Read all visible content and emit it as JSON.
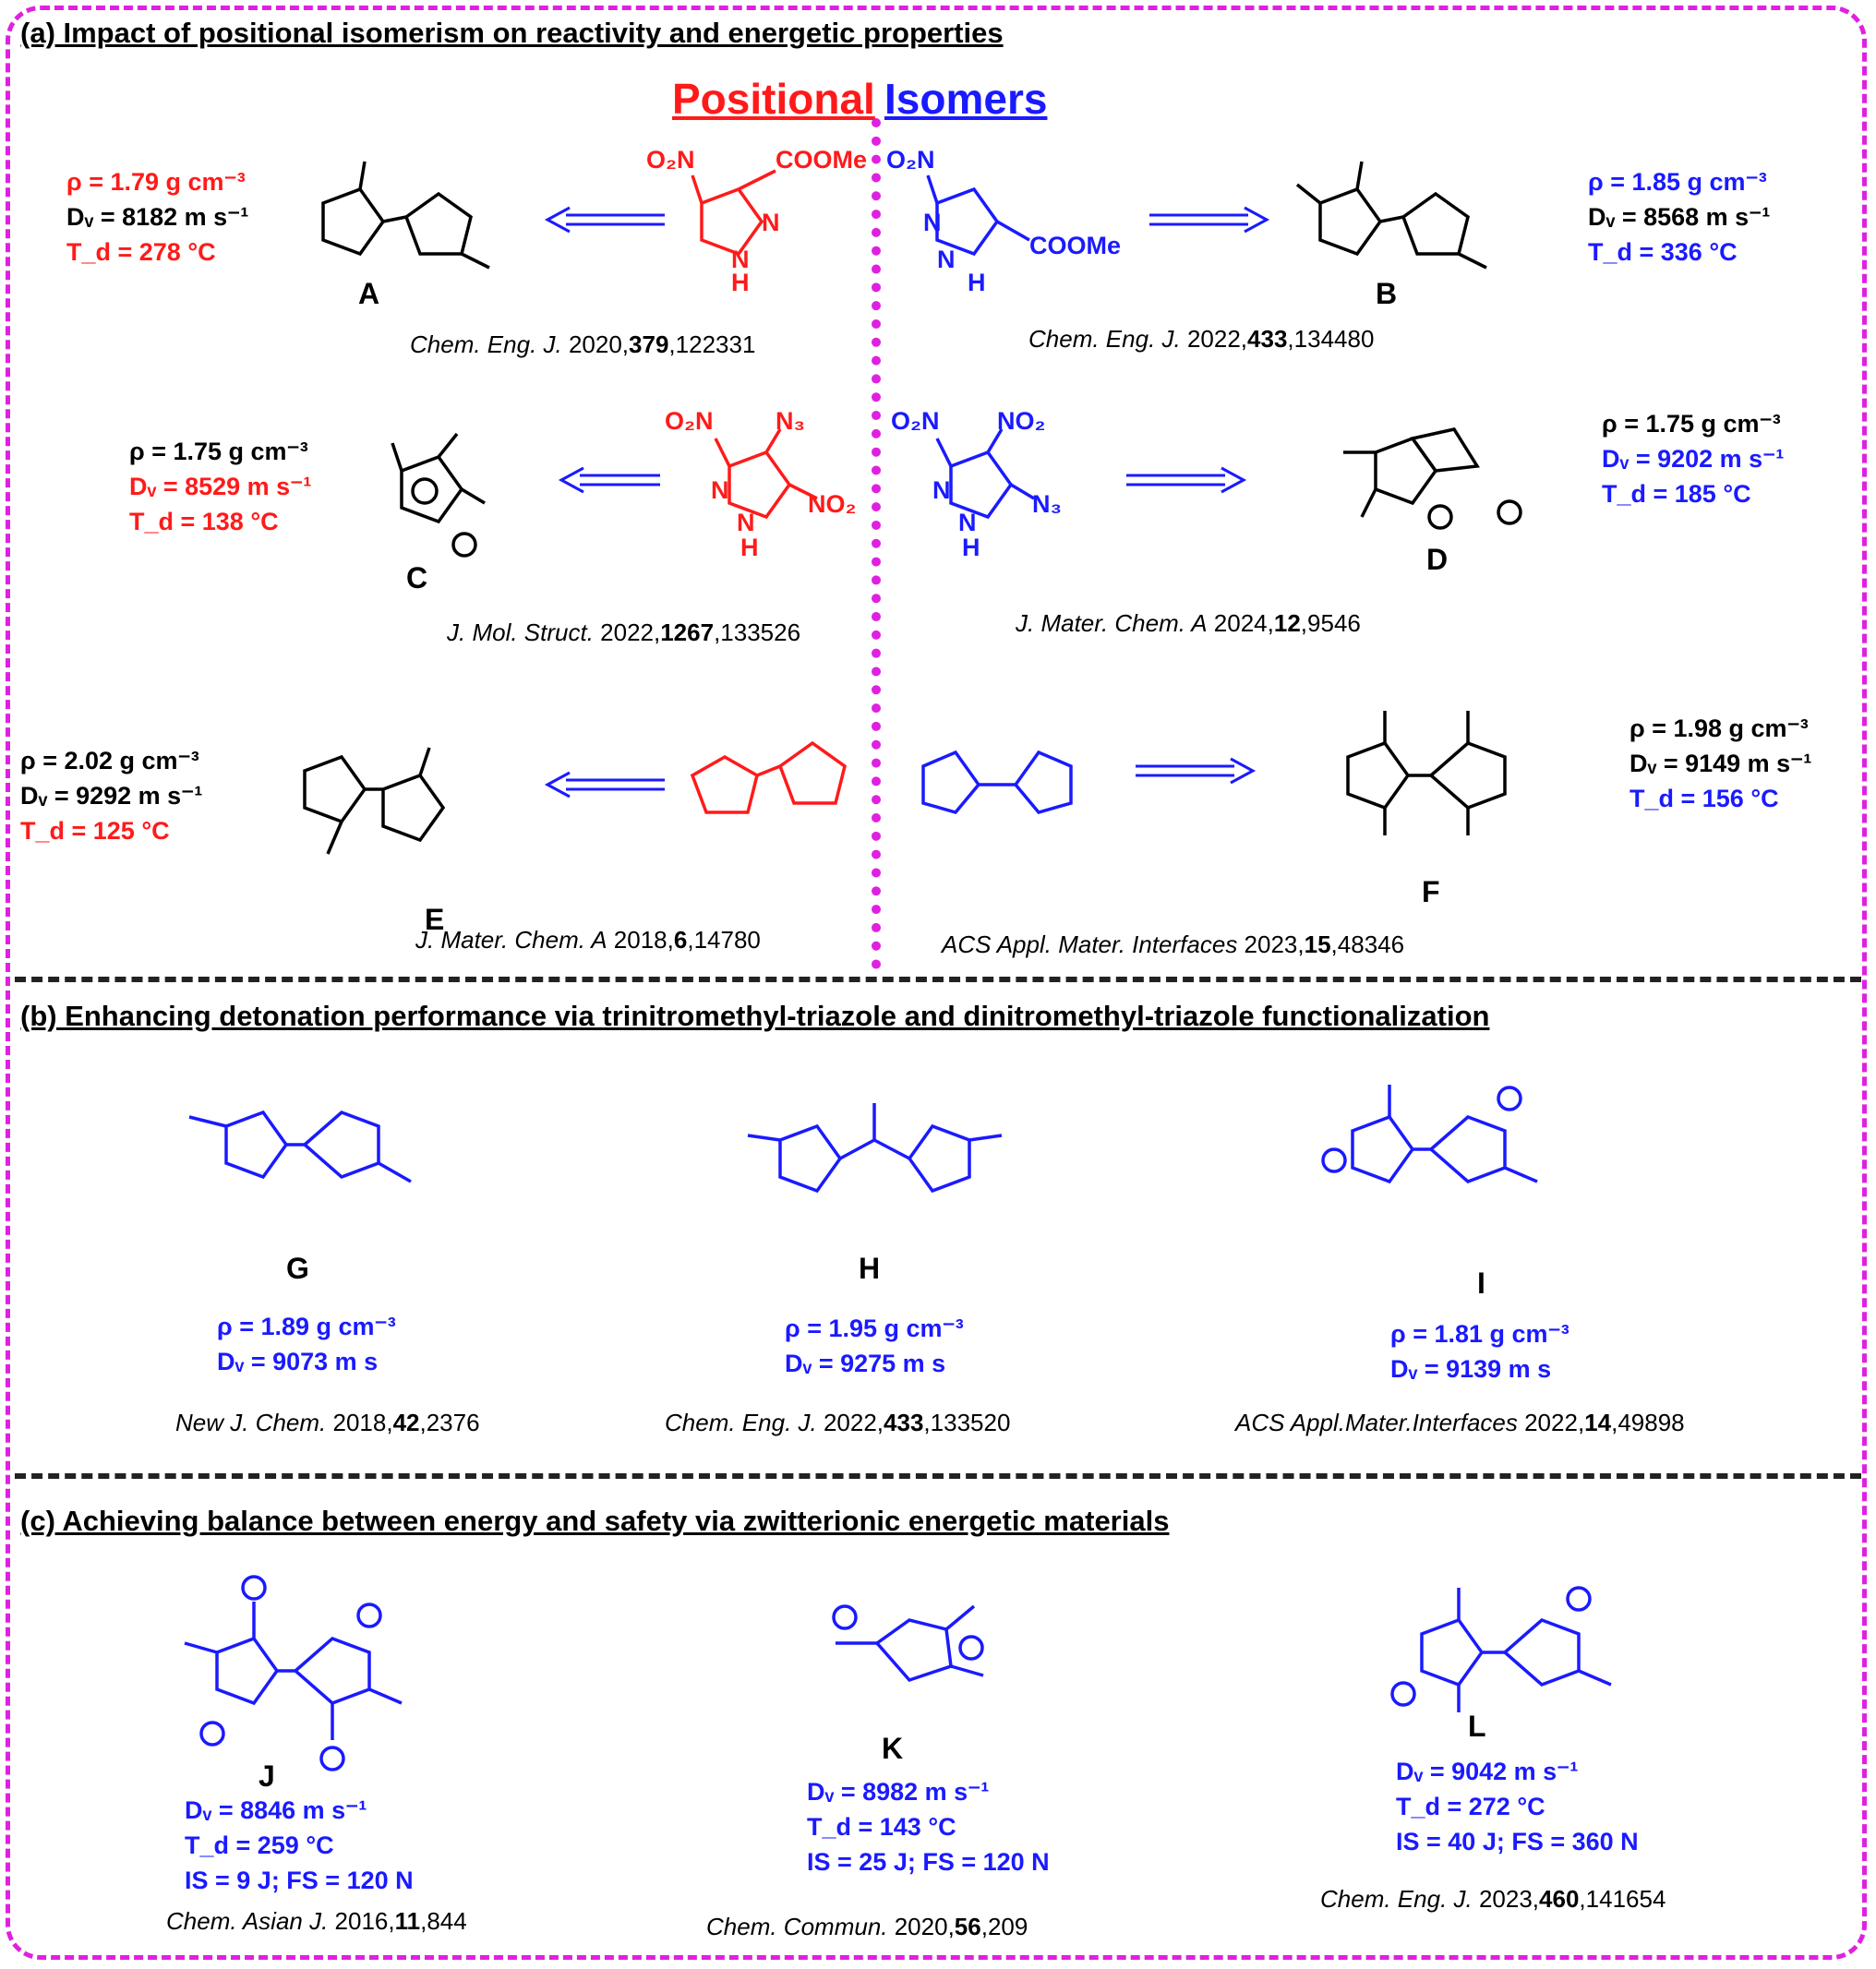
{
  "sections": {
    "a_title": "(a) Impact of positional isomerism on reactivity and energetic properties",
    "b_title": "(b) Enhancing detonation performance via trinitromethyl-triazole and dinitromethyl-triazole functionalization",
    "c_title": "(c)  Achieving balance between energy and safety via zwitterionic energetic materials"
  },
  "positional_isomers": {
    "word1": "Positional",
    "word2": "Isomers"
  },
  "compounds": {
    "A": {
      "label": "A",
      "rho": "ρ = 1.79 g cm⁻³",
      "dv": "Dᵥ = 8182 m s⁻¹",
      "td": "T_d = 278 °C",
      "cite_j": "Chem. Eng. J.",
      "cite_y": " 2020,",
      "cite_v": "379",
      "cite_p": ",122331"
    },
    "B": {
      "label": "B",
      "rho": "ρ = 1.85 g cm⁻³",
      "dv": "Dᵥ = 8568 m s⁻¹",
      "td": "T_d = 336 °C",
      "cite_j": "Chem. Eng. J.",
      "cite_y": " 2022,",
      "cite_v": "433",
      "cite_p": ",134480"
    },
    "C": {
      "label": "C",
      "rho": "ρ = 1.75 g cm⁻³",
      "dv": "Dᵥ = 8529 m s⁻¹",
      "td": "T_d = 138 °C",
      "cite_j": "J. Mol. Struct.",
      "cite_y": " 2022,",
      "cite_v": "1267",
      "cite_p": ",133526"
    },
    "D": {
      "label": "D",
      "rho": "ρ = 1.75 g cm⁻³",
      "dv": "Dᵥ = 9202 m s⁻¹",
      "td": "T_d = 185 °C",
      "cite_j": "J. Mater. Chem. A",
      "cite_y": " 2024,",
      "cite_v": "12",
      "cite_p": ",9546"
    },
    "E": {
      "label": "E",
      "rho": "ρ = 2.02 g cm⁻³",
      "dv": "Dᵥ = 9292 m s⁻¹",
      "td": "T_d = 125 °C",
      "cite_j": "J. Mater. Chem. A",
      "cite_y": " 2018,",
      "cite_v": "6",
      "cite_p": ",14780"
    },
    "F": {
      "label": "F",
      "rho": "ρ = 1.98 g cm⁻³",
      "dv": "Dᵥ = 9149 m s⁻¹",
      "td": "T_d = 156 °C",
      "cite_j": "ACS Appl. Mater. Interfaces",
      "cite_y": " 2023,",
      "cite_v": "15",
      "cite_p": ",48346"
    },
    "G": {
      "label": "G",
      "rho": "ρ = 1.89 g cm⁻³",
      "dv": "Dᵥ = 9073 m s",
      "cite_j": "New J. Chem.",
      "cite_y": " 2018,",
      "cite_v": "42",
      "cite_p": ",2376"
    },
    "H": {
      "label": "H",
      "rho": "ρ = 1.95 g cm⁻³",
      "dv": "Dᵥ = 9275 m s",
      "cite_j": "Chem. Eng. J.",
      "cite_y": " 2022,",
      "cite_v": "433",
      "cite_p": ",133520"
    },
    "I": {
      "label": "I",
      "rho": "ρ = 1.81 g cm⁻³",
      "dv": "Dᵥ = 9139 m s",
      "cite_j": "ACS Appl.Mater.Interfaces",
      "cite_y": " 2022,",
      "cite_v": "14",
      "cite_p": ",49898"
    },
    "J": {
      "label": "J",
      "dv": "Dᵥ = 8846 m s⁻¹",
      "td": "T_d = 259 °C",
      "is_fs": "IS = 9 J; FS = 120 N",
      "cite_j": "Chem. Asian J.",
      "cite_y": " 2016,",
      "cite_v": "11",
      "cite_p": ",844"
    },
    "K": {
      "label": "K",
      "dv": "Dᵥ = 8982  m s⁻¹",
      "td": "T_d = 143 °C",
      "is_fs": "IS = 25 J; FS = 120 N",
      "cite_j": "Chem. Commun.",
      "cite_y": " 2020,",
      "cite_v": "56",
      "cite_p": ",209"
    },
    "L": {
      "label": "L",
      "dv": "Dᵥ = 9042  m s⁻¹",
      "td": "T_d = 272 °C",
      "is_fs": "IS = 40 J; FS = 360 N",
      "cite_j": "Chem. Eng. J.",
      "cite_y": " 2023,",
      "cite_v": "460",
      "cite_p": ",141654"
    }
  },
  "precursors": {
    "p1": {
      "a": "O₂N",
      "b": "COOMe",
      "c": "N",
      "d": "N",
      "e": "H"
    },
    "p2": {
      "a": "O₂N",
      "b": "COOMe",
      "c": "N",
      "d": "N",
      "e": "H"
    },
    "p3": {
      "a": "O₂N",
      "b": "N₃",
      "c": "N",
      "d": "N",
      "e": "H",
      "f": "NO₂"
    },
    "p4": {
      "a": "O₂N",
      "b": "NO₂",
      "c": "N",
      "d": "N",
      "e": "H",
      "f": "N₃"
    }
  },
  "colors": {
    "red": "#ff1a1a",
    "blue": "#1a1aff",
    "frame": "#e020e0",
    "divider": "#222222"
  }
}
